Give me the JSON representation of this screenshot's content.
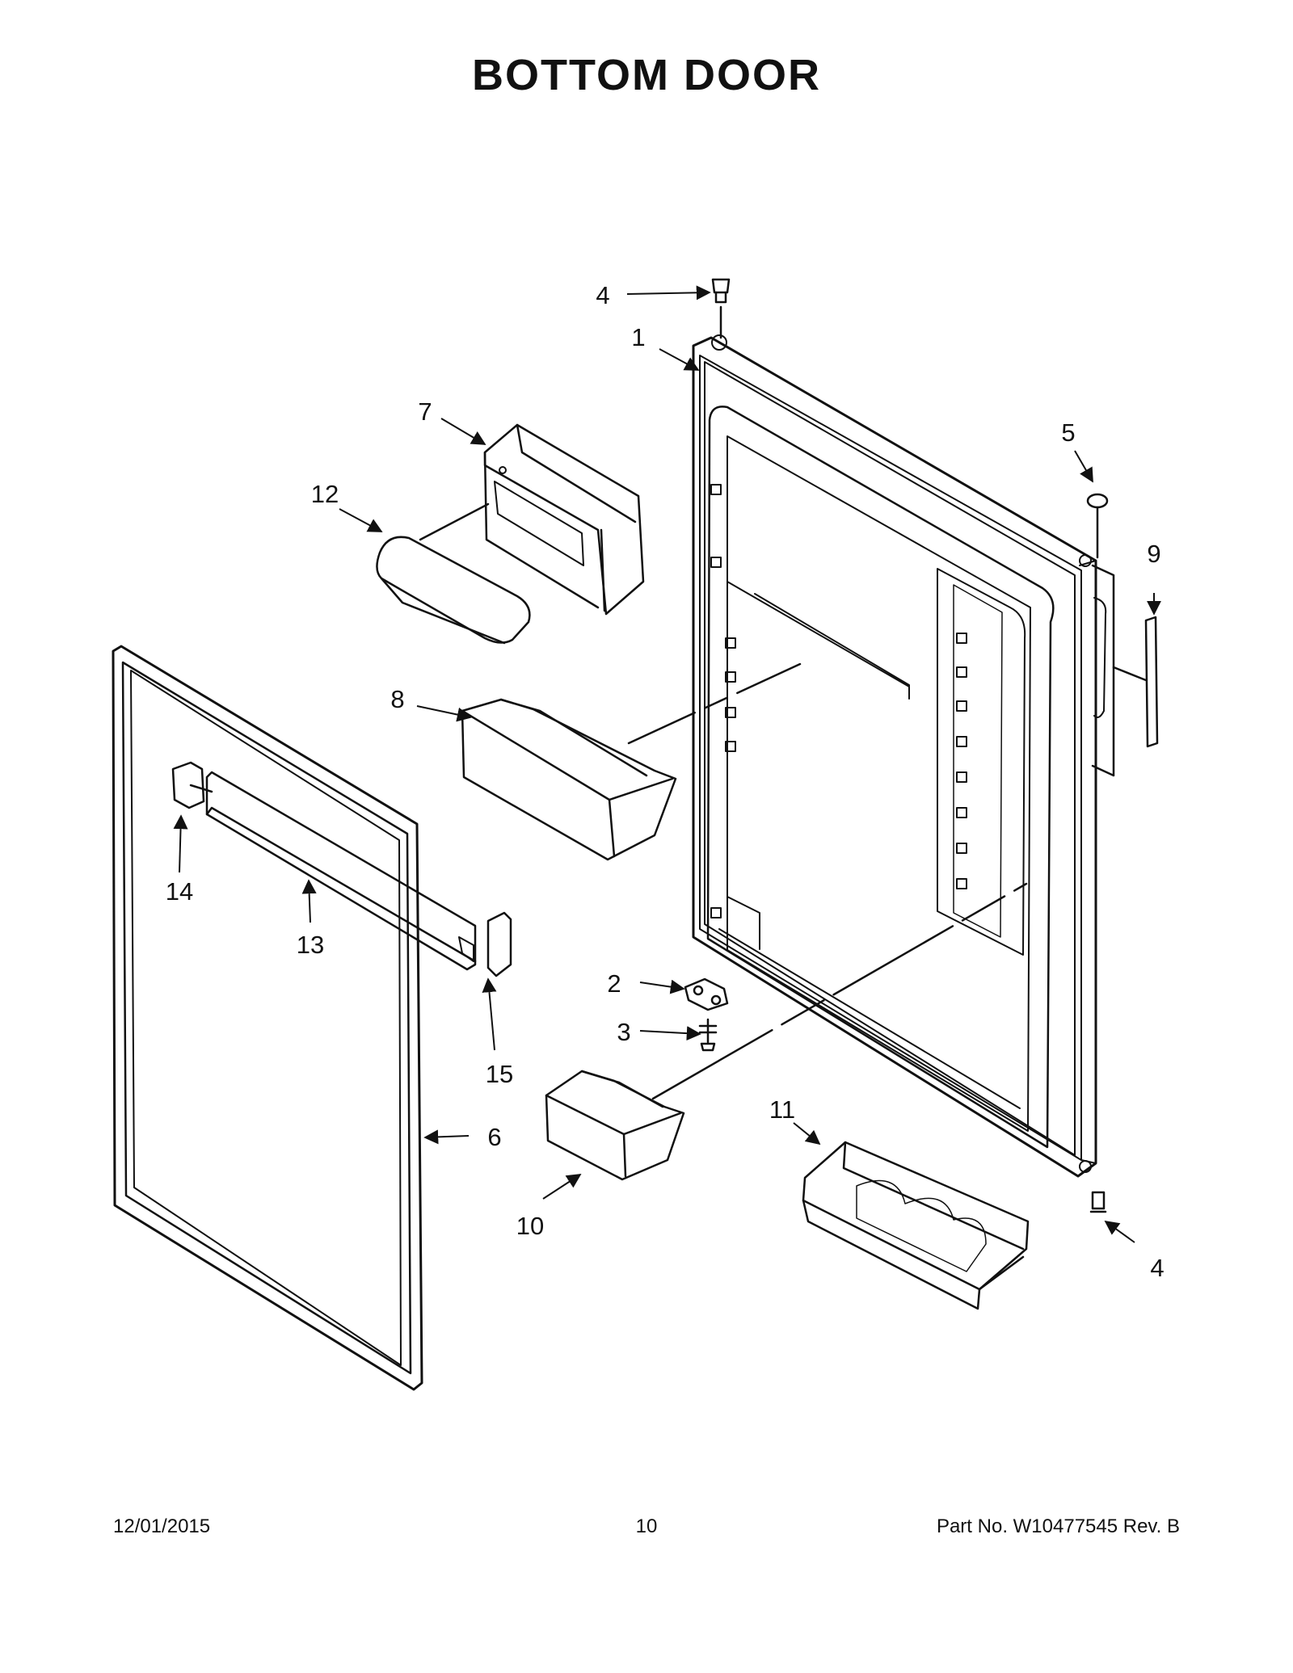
{
  "title": "BOTTOM DOOR",
  "callouts": [
    "4",
    "1",
    "7",
    "12",
    "5",
    "9",
    "8",
    "14",
    "13",
    "15",
    "2",
    "3",
    "6",
    "11",
    "10",
    "4"
  ],
  "footer": {
    "date": "12/01/2015",
    "page": "10",
    "part_number": "Part No.  W10477545  Rev.  B"
  }
}
